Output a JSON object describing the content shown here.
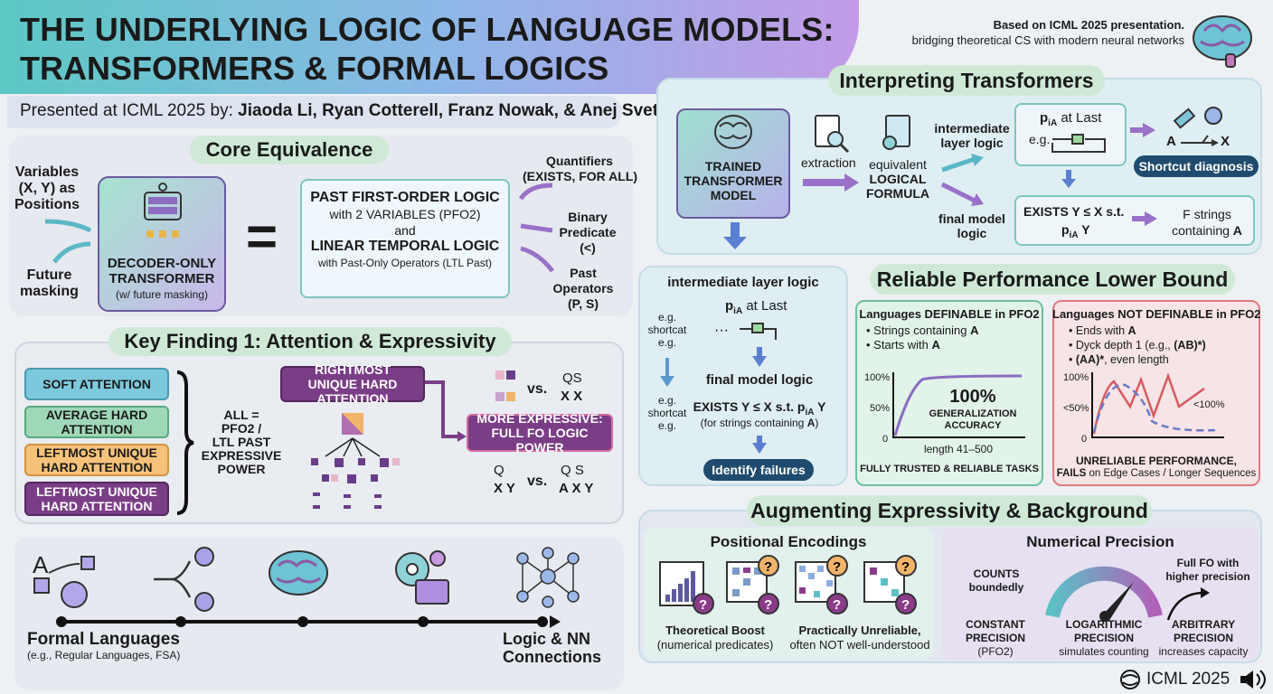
{
  "header": {
    "title1": "THE UNDERLYING LOGIC OF LANGUAGE MODELS:",
    "title2": "TRANSFORMERS & FORMAL LOGICS",
    "presented_prefix": "Presented at ICML 2025 by: ",
    "authors": "Jiaoda Li, Ryan Cotterell, Franz Nowak, & Anej Svete",
    "based_on": "Based on ICML 2025 presentation.",
    "bridging": "bridging theoretical CS with modern neural networks"
  },
  "core": {
    "title": "Core Equivalence",
    "variables": [
      "Variables",
      "(X, Y) as",
      "Positions"
    ],
    "future": [
      "Future",
      "masking"
    ],
    "decoder": [
      "DECODER-ONLY",
      "TRANSFORMER"
    ],
    "decoder_sub": "(w/ future masking)",
    "equals": "=",
    "logic_l1": "PAST FIRST-ORDER LOGIC",
    "logic_l2": "with 2 VARIABLES (PFO2)",
    "logic_and": "and",
    "logic_l3": "LINEAR TEMPORAL LOGIC",
    "logic_l4": "with Past-Only Operators (LTL Past)",
    "quant": [
      "Quantifiers",
      "(EXISTS, FOR ALL)"
    ],
    "binary": [
      "Binary",
      "Predicate",
      "(<)"
    ],
    "past": [
      "Past",
      "Operators",
      "(P, S)"
    ]
  },
  "kf": {
    "title": "Key Finding 1: Attention & Expressivity",
    "boxes": [
      "SOFT ATTENTION",
      "AVERAGE HARD ATTENTION",
      "LEFTMOST UNIQUE HARD ATTENTION",
      "LEFTMOST UNIQUE HARD ATTENTION"
    ],
    "all": [
      "ALL =",
      "PFO2 /",
      "LTL PAST",
      "EXPRESSIVE",
      "POWER"
    ],
    "rightmost": "RIGHTMOST UNIQUE HARD ATTENTION",
    "more": [
      "MORE EXPRESSIVE:",
      "FULL FO LOGIC POWER"
    ],
    "vs": "vs.",
    "qs": "QS",
    "xx": "X X",
    "q": "Q",
    "xy": "X Y",
    "qs2": "Q S",
    "axy": "A X Y"
  },
  "timeline": {
    "left_title": "Formal Languages",
    "left_sub": "(e.g., Regular Languages, FSA)",
    "right_title": [
      "Logic & NN",
      "Connections"
    ]
  },
  "interp": {
    "title": "Interpreting Transformers",
    "trained": [
      "TRAINED",
      "TRANSFORMER",
      "MODEL"
    ],
    "extraction": "extraction",
    "equiv": [
      "equivalent",
      "LOGICAL",
      "FORMULA"
    ],
    "intermediate": [
      "intermediate",
      "layer logic"
    ],
    "final": [
      "final model",
      "logic"
    ],
    "pia": "p",
    "pia_sub": "iA",
    "at_last": " at Last",
    "eg": "e.g.",
    "a": "A",
    "x": "X",
    "shortcut": "Shortcut diagnosis",
    "exists": "EXISTS Y ≤ X s.t.",
    "pia_y": "Y",
    "f_strings": "F strings",
    "containing": "containing ",
    "A": "A"
  },
  "ill": {
    "title": "intermediate layer logic",
    "eg_shortcat": [
      "e.g.",
      "shortcat",
      "e.g."
    ],
    "eg_shortcat2": [
      "e.g.",
      "shortcat",
      "e.g."
    ],
    "pia_at_last": "at Last",
    "final": "final model logic",
    "exists": "EXISTS Y ≤ X s.t. ",
    "pia": "p",
    "pia_sub": "iA",
    "y": " Y",
    "for_strings": "(for strings containing ",
    "A": "A",
    "close": ")",
    "identify": "Identify failures"
  },
  "reliable": {
    "title": "Reliable Performance Lower Bound",
    "def_title": "Languages DEFINABLE in PFO2",
    "def_items": [
      "Strings containing ",
      "Starts with "
    ],
    "def_bold": [
      "A",
      "A"
    ],
    "pct100": "100%",
    "pct50": "50%",
    "zero": "0",
    "acc": "100%",
    "acc_sub": [
      "GENERALIZATION",
      "ACCURACY"
    ],
    "length": "length 41–500",
    "trusted": "FULLY TRUSTED & RELIABLE TASKS",
    "nondef_title": "Languages NOT DEFINABLE in PFO2",
    "nondef_items": [
      "Ends with ",
      "Dyck depth 1 (e.g., ",
      ", even length"
    ],
    "nondef_bold": [
      "A",
      "(AB)*)",
      "(AA)*"
    ],
    "lt50": "<50%",
    "lt100": "<100%",
    "unreliable": "UNRELIABLE PERFORMANCE,",
    "fails": "FAILS",
    "fails_rest": " on Edge Cases / Longer Sequences"
  },
  "aug": {
    "title": "Augmenting Expressivity & Background",
    "pos_title": "Positional Encodings",
    "boost": "Theoretical Boost",
    "boost_sub": "(numerical predicates)",
    "unrel": "Practically Unreliable,",
    "unrel_sub": "often NOT well-understood",
    "num_title": "Numerical Precision",
    "counts": [
      "COUNTS",
      "boundedly"
    ],
    "fullfo": [
      "Full FO with",
      "higher precision"
    ],
    "constant": [
      "CONSTANT",
      "PRECISION",
      "(PFO2)"
    ],
    "log": [
      "LOGARITHMIC",
      "PRECISION",
      "simulates counting"
    ],
    "arb": [
      "ARBITRARY",
      "PRECISION",
      "increases capacity"
    ],
    "q": "?"
  },
  "footer": {
    "conf": "ICML 2025"
  },
  "colors": {
    "teal": "#5cc0c6",
    "purple": "#7a3e86",
    "mint": "#b9e6d6",
    "lilac": "#c9b5e6",
    "navy": "#1f4b6e",
    "pink": "#f6d9d9"
  }
}
